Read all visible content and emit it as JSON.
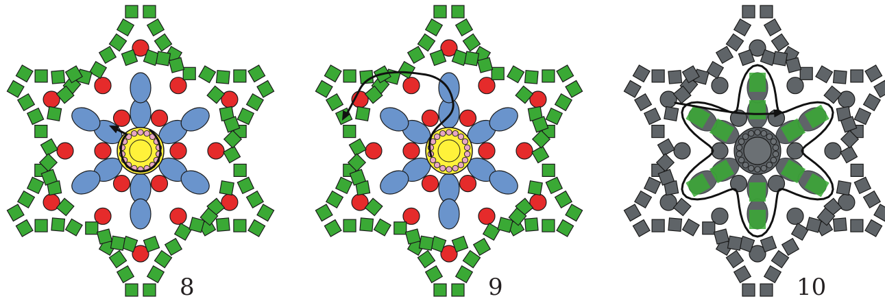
{
  "diagrams": [
    {
      "id": "step-8",
      "step_label": "8",
      "mode": "color",
      "path": "center"
    },
    {
      "id": "step-9",
      "step_label": "9",
      "mode": "color",
      "path": "exit"
    },
    {
      "id": "step-10",
      "step_label": "10",
      "mode": "gray",
      "path": "loop"
    }
  ],
  "colors": {
    "green_bead": "#3aa935",
    "red_bead": "#e52b2b",
    "blue_bead": "#6a94cc",
    "center_yellow": "#fff23a",
    "pink_bead": "#e8a7c3",
    "outline": "#1a1a1a",
    "gray_bead": "#5f6468",
    "thread": "#111111"
  }
}
